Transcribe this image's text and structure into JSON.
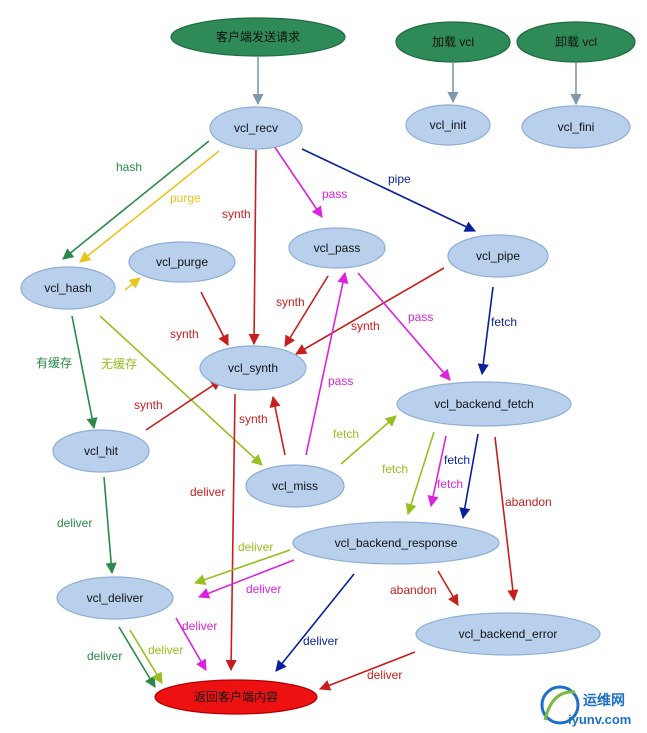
{
  "colors": {
    "node_fill": "#b8d0ec",
    "node_stroke": "#8eaed6",
    "start_fill": "#2e8a57",
    "start_stroke": "#1f6b41",
    "end_fill": "#ee1111",
    "end_stroke": "#b00000",
    "gray": "#7f98ad",
    "dgreen": "#2a8a4a",
    "yellow": "#e8c51a",
    "magenta": "#dd22dd",
    "navy": "#0a1f9c",
    "red": "#c81e1e",
    "lime": "#96c01e",
    "watermark_blue": "#1e6fc9",
    "watermark_green": "#7fb83a"
  },
  "nodes": {
    "client_request": "客户端发送请求",
    "load_vcl": "加载 vcl",
    "unload_vcl": "卸载 vcl",
    "vcl_recv": "vcl_recv",
    "vcl_init": "vcl_init",
    "vcl_fini": "vcl_fini",
    "vcl_hash": "vcl_hash",
    "vcl_purge": "vcl_purge",
    "vcl_pass": "vcl_pass",
    "vcl_pipe": "vcl_pipe",
    "vcl_synth": "vcl_synth",
    "vcl_backend_fetch": "vcl_backend_fetch",
    "vcl_hit": "vcl_hit",
    "vcl_miss": "vcl_miss",
    "vcl_backend_response": "vcl_backend_response",
    "vcl_deliver": "vcl_deliver",
    "vcl_backend_error": "vcl_backend_error",
    "return_to_client": "返回客户端内容"
  },
  "edge_labels": {
    "hash": "hash",
    "purge": "purge",
    "synth": "synth",
    "pass": "pass",
    "pipe": "pipe",
    "fetch": "fetch",
    "cached": "有缓存",
    "not_cached": "无缓存",
    "deliver": "deliver",
    "abandon": "abandon"
  },
  "watermark": {
    "name": "运维网",
    "domain": "iyunv.com"
  }
}
